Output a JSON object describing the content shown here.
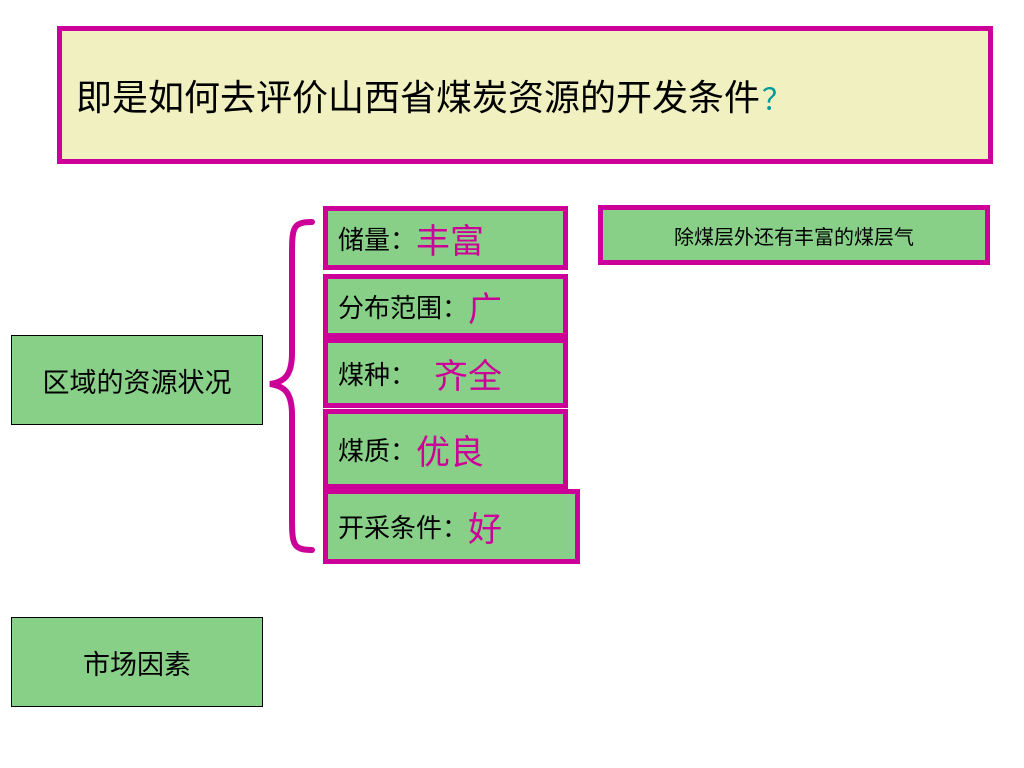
{
  "title": {
    "text": "即是如何去评价山西省煤炭资源的开发条件",
    "question_mark": "？"
  },
  "region_label": "区域的资源状况",
  "market_label": "市场因素",
  "resource_items": [
    {
      "label": "储量：",
      "value": "丰富"
    },
    {
      "label": "分布范围：",
      "value": "广"
    },
    {
      "label": "煤种：",
      "value": "齐全"
    },
    {
      "label": "煤质：",
      "value": "优良"
    },
    {
      "label": "开采条件：",
      "value": "好"
    }
  ],
  "note": "除煤层外还有丰富的煤层气",
  "colors": {
    "border_magenta": "#cc0099",
    "box_green": "#88d088",
    "title_bg": "#f0f0c0",
    "question_teal": "#009999"
  }
}
